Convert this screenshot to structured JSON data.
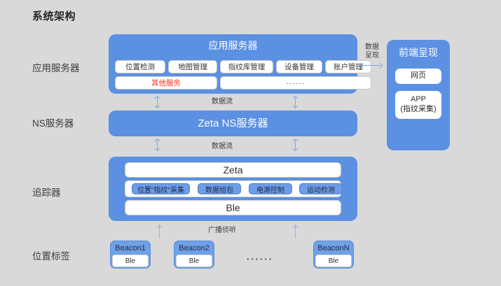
{
  "title": "系统架构",
  "rows": [
    {
      "label": "应用服务器"
    },
    {
      "label": "NS服务器"
    },
    {
      "label": "追踪器"
    },
    {
      "label": "位置标签"
    }
  ],
  "app_server": {
    "title": "应用服务器",
    "services_row1": [
      "位置检测",
      "地图管理",
      "指纹库管理",
      "设备管理",
      "账户管理"
    ],
    "services_row2": [
      "其他服务",
      "······"
    ],
    "highlight_color": "#ff2d17"
  },
  "ns_server": {
    "title": "Zeta NS服务器"
  },
  "tracker": {
    "top_label": "Zeta",
    "modules": [
      "位置\"指纹\"采集",
      "数据组包",
      "电源控制",
      "运动检测"
    ],
    "bottom_label": "Ble"
  },
  "frontend": {
    "title": "前端呈现",
    "items": [
      {
        "line1": "网页",
        "line2": ""
      },
      {
        "line1": "APP",
        "line2": "(指纹采集)"
      }
    ]
  },
  "beacons": [
    {
      "name": "Beacon1",
      "ble": "Ble"
    },
    {
      "name": "Beacon2",
      "ble": "Ble"
    },
    {
      "name": "BeaconN",
      "ble": "Ble"
    }
  ],
  "beacon_ellipsis": "······",
  "connectors": {
    "data_flow_top": "数据流",
    "data_flow_bottom": "数据流",
    "data_present_line1": "数据",
    "data_present_line2": "呈现",
    "broadcast": "广播侦听"
  },
  "colors": {
    "background": "#d9d9d9",
    "panel_blue": "#5b90e2",
    "pill_blue": "#6d9ce8",
    "beacon_blue": "#6fa0e8",
    "accent_red": "#ff2d17",
    "arrow_blue": "#7fa8dd"
  }
}
